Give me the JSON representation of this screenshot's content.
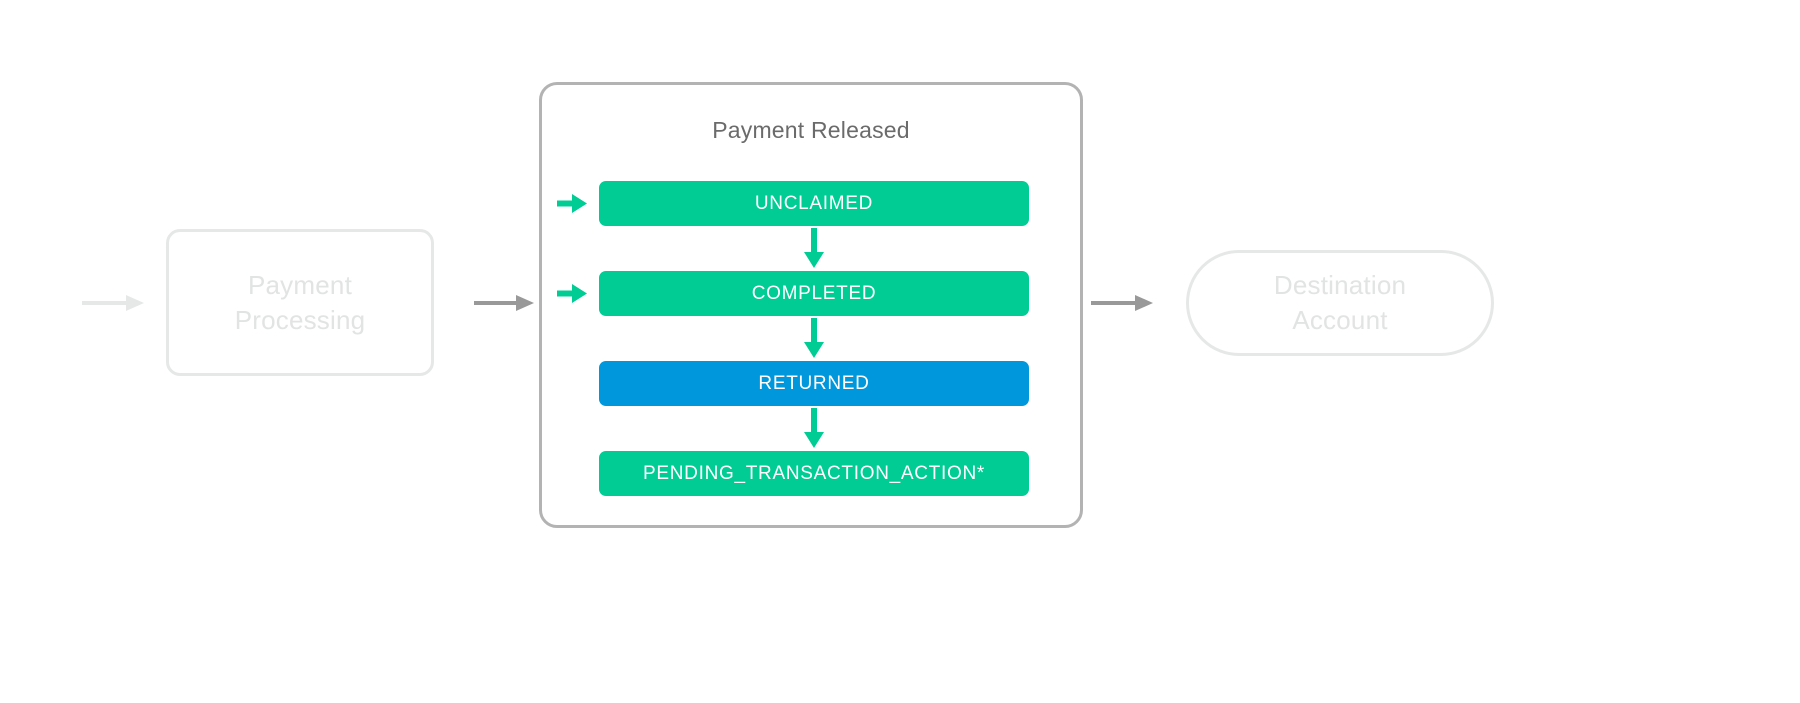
{
  "diagram": {
    "title": "Payment Released",
    "colors": {
      "green": "#00cc93",
      "blue": "#0097dc",
      "container_border": "#b3b3b3",
      "ghost_border": "#e6e7e7",
      "ghost_text": "#e2e3e3",
      "title_text": "#6b6b6b",
      "arrow_gray": "#999999",
      "arrow_faint": "#e6e7e7",
      "bar_text": "#ffffff"
    },
    "nodes": {
      "left": {
        "label_line1": "Payment",
        "label_line2": "Processing",
        "shape": "rounded-rect"
      },
      "right": {
        "label_line1": "Destination",
        "label_line2": "Account",
        "shape": "stadium"
      }
    },
    "states": [
      {
        "label": "UNCLAIMED",
        "color": "green",
        "entry_arrow": true
      },
      {
        "label": "COMPLETED",
        "color": "green",
        "entry_arrow": true
      },
      {
        "label": "RETURNED",
        "color": "blue",
        "entry_arrow": false
      },
      {
        "label": "PENDING_TRANSACTION_ACTION*",
        "color": "green",
        "entry_arrow": false
      }
    ],
    "connectors": {
      "entry_faint": "arrow-right-faint",
      "processing_to_released": "arrow-right-gray",
      "released_to_destination": "arrow-right-gray",
      "state_to_state": "arrow-down-green"
    }
  }
}
